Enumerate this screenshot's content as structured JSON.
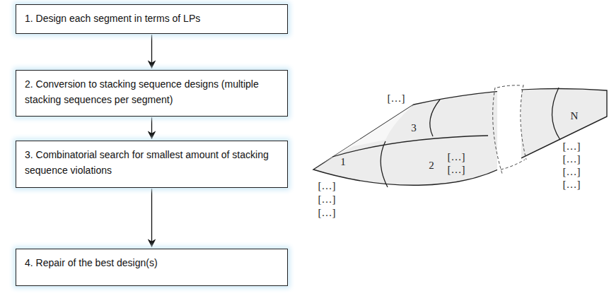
{
  "diagram": {
    "nodes": [
      {
        "text": [
          "1. Design each segment in terms of LPs"
        ]
      },
      {
        "text": [
          "2. Conversion to stacking sequence designs (multiple stacking sequences per segment)"
        ]
      },
      {
        "text": [
          "3. Combinatorial search for smallest amount of stacking sequence violations"
        ]
      },
      {
        "text": [
          "4. Repair of the best design(s)"
        ]
      }
    ],
    "edges": [
      {
        "from": 0,
        "to": 1,
        "arrow": "to"
      },
      {
        "from": 1,
        "to": 2,
        "arrow": "to"
      },
      {
        "from": 2,
        "to": 3,
        "arrow": "to"
      }
    ],
    "labels": [
      "[…]",
      "3",
      "1",
      "2",
      "[…]",
      "[…]",
      "N",
      "[…]",
      "[…]",
      "[…]",
      "[…]",
      "[…]",
      "[…]",
      "[…]"
    ]
  }
}
